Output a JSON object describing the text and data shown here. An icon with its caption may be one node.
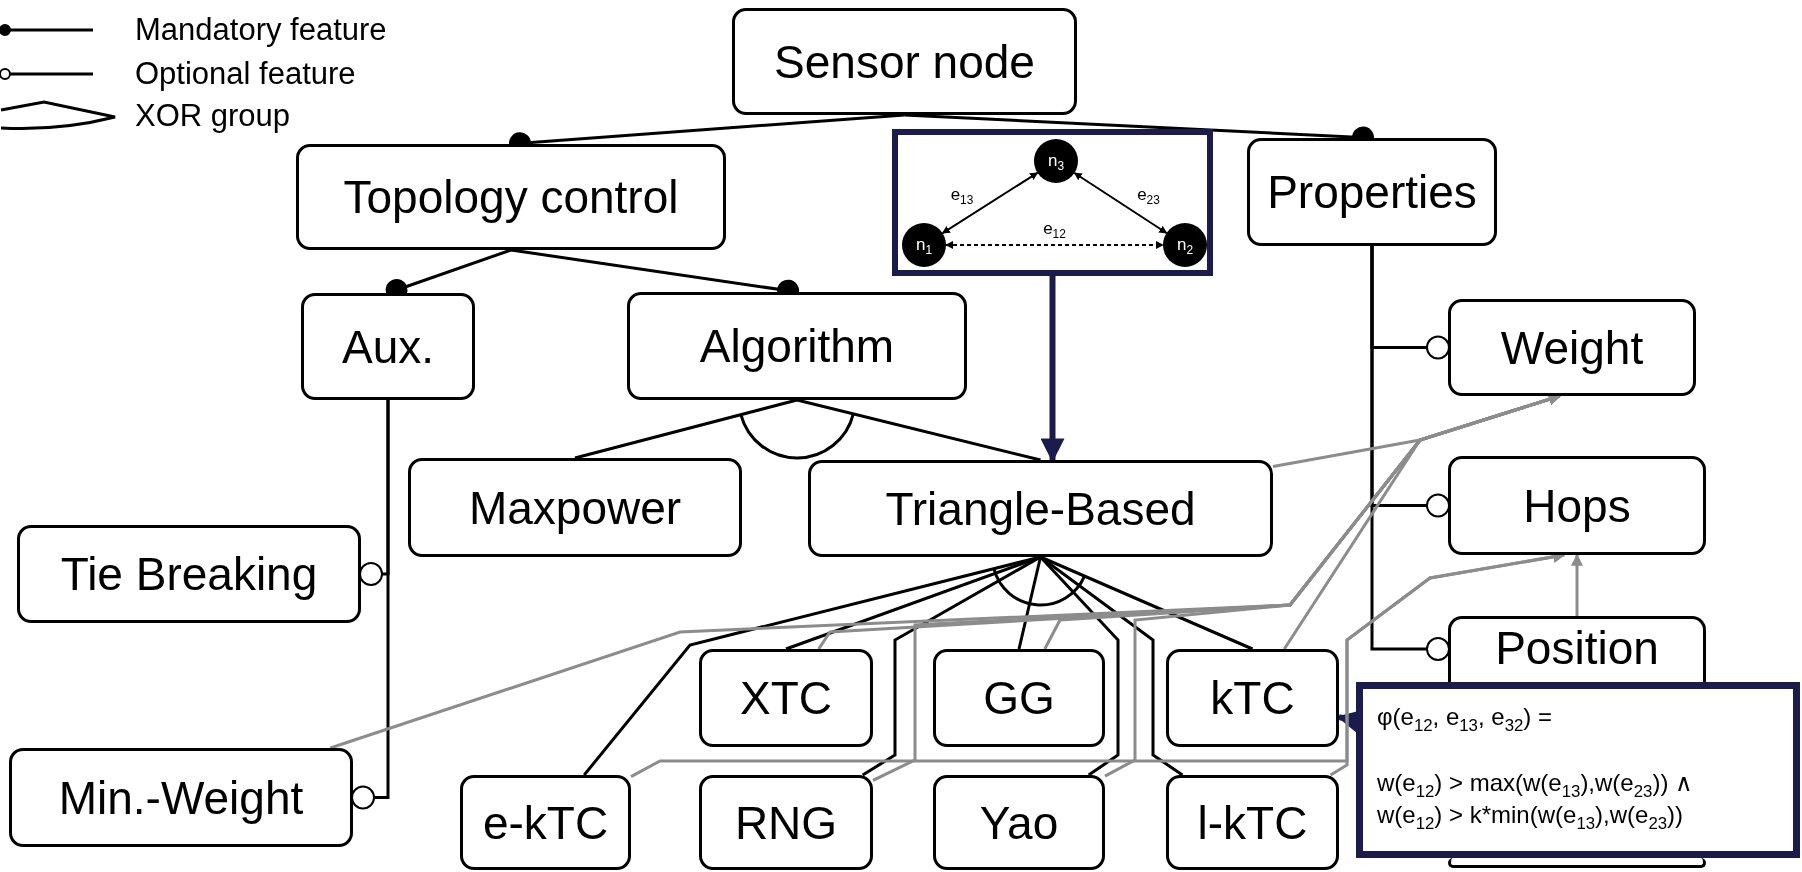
{
  "diagram": {
    "nodes": [
      {
        "text": [
          "Sensor node"
        ]
      },
      {
        "text": [
          "Topology control"
        ]
      },
      {
        "text": [
          "Properties"
        ]
      },
      {
        "text": [],
        "shape": "box"
      },
      {
        "text": [
          "n$_{3}$"
        ],
        "in": 3
      },
      {
        "text": [
          "n$_{1}$"
        ],
        "in": 3
      },
      {
        "text": [
          "n$_{2}$"
        ],
        "in": 3
      },
      {
        "text": [
          "Aux."
        ]
      },
      {
        "text": [
          "Algorithm"
        ]
      },
      {
        "text": [
          "Weight"
        ]
      },
      {
        "text": [
          "Maxpower"
        ]
      },
      {
        "text": [
          "Triangle-Based"
        ]
      },
      {
        "text": [
          "Hops"
        ]
      },
      {
        "text": [
          "Tie Breaking"
        ]
      },
      {
        "text": [
          "XTC"
        ]
      },
      {
        "text": [
          "GG"
        ]
      },
      {
        "text": [
          "kTC"
        ]
      },
      {
        "text": [
          "Position"
        ]
      },
      {
        "text": [
          "φ(e$_{12}$, e$_{13}$, e$_{32}$) =",
          "w(e$_{12}$) > max(w(e$_{13}$),w(e$_{23}$)) ∧",
          "w(e$_{12}$) > k*min(w(e$_{13}$),w(e$_{23}$))"
        ]
      },
      {
        "text": [
          "Min.-Weight"
        ]
      },
      {
        "text": [
          "e-kTC"
        ]
      },
      {
        "text": [
          "RNG"
        ]
      },
      {
        "text": [
          "Yao"
        ]
      },
      {
        "text": [
          "l-kTC"
        ]
      },
      {
        "text": [],
        "shape": "box"
      }
    ],
    "edges": [
      {
        "from": 0,
        "to": 1,
        "arrow": "other"
      },
      {
        "from": 0,
        "to": 2,
        "arrow": "other"
      },
      {
        "from": 1,
        "to": 7,
        "arrow": "other"
      },
      {
        "from": 1,
        "to": 8,
        "arrow": "other"
      },
      {
        "from": 2,
        "to": 9,
        "arrow": "other"
      },
      {
        "from": 2,
        "to": 12,
        "arrow": "other"
      },
      {
        "from": 2,
        "to": 17,
        "arrow": "other"
      },
      {
        "from": 7,
        "to": 13,
        "arrow": "other"
      },
      {
        "from": 7,
        "to": 19,
        "arrow": "other"
      },
      {
        "from": 8,
        "to": 10,
        "arrow": "none"
      },
      {
        "from": 8,
        "to": 11,
        "arrow": "none"
      },
      {
        "from": 11,
        "to": 20,
        "arrow": "none"
      },
      {
        "from": 11,
        "to": 14,
        "arrow": "none"
      },
      {
        "from": 11,
        "to": 21,
        "arrow": "none"
      },
      {
        "from": 11,
        "to": 15,
        "arrow": "none"
      },
      {
        "from": 11,
        "to": 22,
        "arrow": "none"
      },
      {
        "from": 11,
        "to": 16,
        "arrow": "none"
      },
      {
        "from": 11,
        "to": 23,
        "arrow": "none"
      },
      {
        "from": 5,
        "to": 4,
        "arrow": "both",
        "label": "e$_{13}$"
      },
      {
        "from": 4,
        "to": 6,
        "arrow": "both",
        "label": "e$_{23}$"
      },
      {
        "from": 5,
        "to": 6,
        "arrow": "both",
        "label": "e$_{12}$",
        "style": "dashed"
      },
      {
        "from": 3,
        "to": 11,
        "arrow": "to",
        "style": "thick",
        "color": "#1c1c4c"
      },
      {
        "from": 18,
        "to": 16,
        "arrow": "to",
        "style": "thick",
        "color": "#1c1c4c"
      },
      {
        "from": 19,
        "to": 9,
        "arrow": "to",
        "color": "#8c8c8c"
      },
      {
        "from": 11,
        "to": 9,
        "arrow": "to",
        "color": "#8c8c8c"
      },
      {
        "from": 14,
        "to": 9,
        "arrow": "to",
        "color": "#8c8c8c"
      },
      {
        "from": 21,
        "to": 9,
        "arrow": "to",
        "color": "#8c8c8c"
      },
      {
        "from": 15,
        "to": 9,
        "arrow": "to",
        "color": "#8c8c8c"
      },
      {
        "from": 22,
        "to": 9,
        "arrow": "to",
        "color": "#8c8c8c"
      },
      {
        "from": 16,
        "to": 9,
        "arrow": "to",
        "color": "#8c8c8c"
      },
      {
        "from": 20,
        "to": 12,
        "arrow": "to",
        "color": "#8c8c8c"
      },
      {
        "from": 23,
        "to": 12,
        "arrow": "to",
        "color": "#8c8c8c"
      },
      {
        "from": 17,
        "to": 12,
        "arrow": "to",
        "color": "#8c8c8c"
      }
    ],
    "legend": [
      {
        "text": "Mandatory feature"
      },
      {
        "text": "Optional feature"
      },
      {
        "text": "XOR group"
      }
    ]
  }
}
